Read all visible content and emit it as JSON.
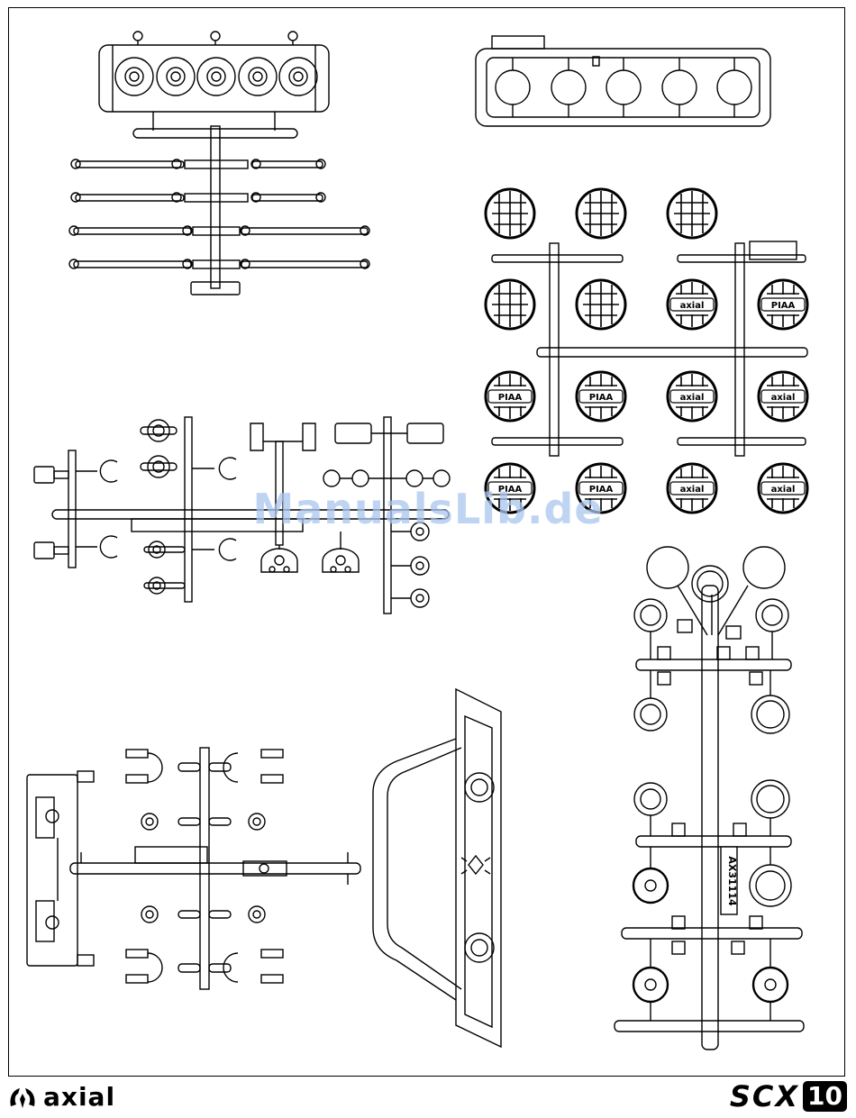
{
  "watermark": "ManualsLib.de",
  "footer": {
    "brand": "axial",
    "model_prefix": "SCX",
    "model_number": "10"
  },
  "sprue_texts": {
    "piaa": "PIAA",
    "axial": "axial",
    "part_code": "AX31114"
  },
  "icons": [
    "axial-logo-icon"
  ]
}
